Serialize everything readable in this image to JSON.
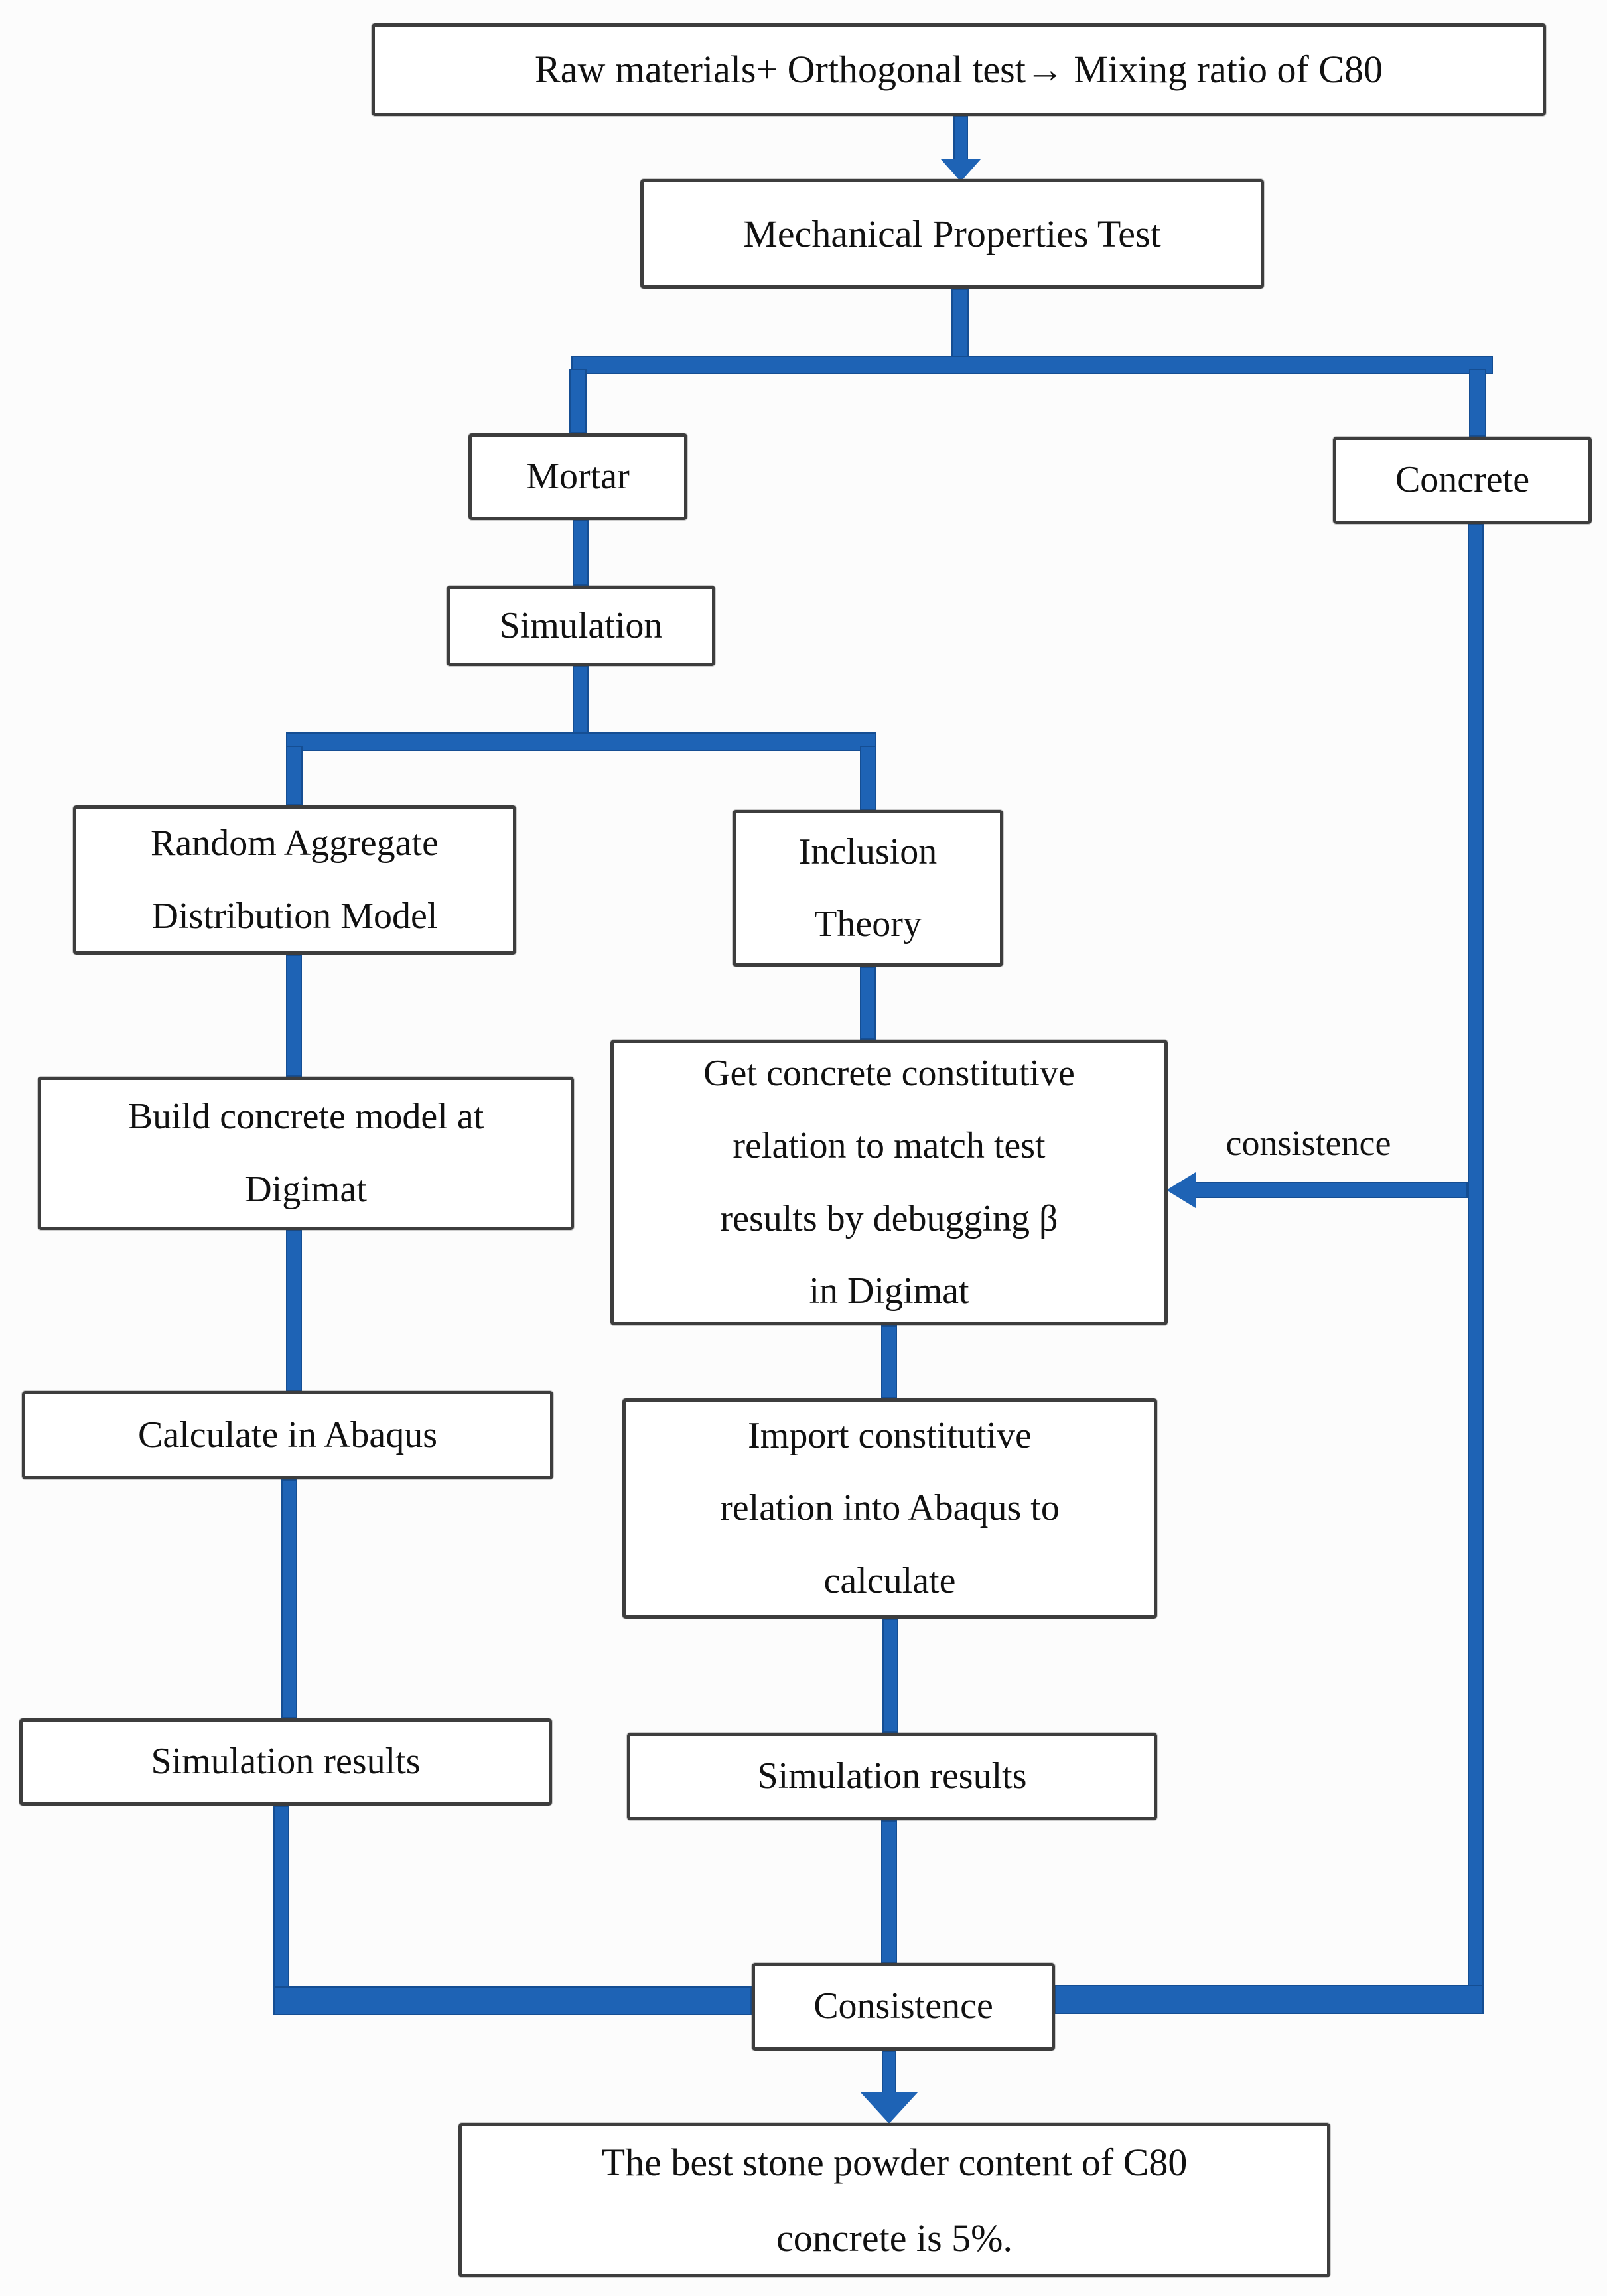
{
  "diagram": {
    "title": "C80 concrete stone powder content research flowchart",
    "colors": {
      "line_blue": "#1e63b5",
      "line_edge": "#12529e",
      "box_border": "#3d3d3d",
      "text": "#111111",
      "background": "#fcfcfc"
    },
    "nodes": {
      "raw_materials": {
        "label": "Raw materials+ Orthogonal test→ Mixing ratio of C80"
      },
      "mechanical_test": {
        "label": "Mechanical Properties Test"
      },
      "mortar": {
        "label": "Mortar"
      },
      "concrete": {
        "label": "Concrete"
      },
      "simulation": {
        "label": "Simulation"
      },
      "random_aggregate": {
        "label": "Random Aggregate\nDistribution Model"
      },
      "inclusion_theory": {
        "label": "Inclusion\nTheory"
      },
      "build_model": {
        "label": "Build concrete model at\nDigimat"
      },
      "get_constitutive": {
        "label": "Get concrete constitutive\nrelation to match test\nresults by debugging β\nin Digimat"
      },
      "calculate_abaqus": {
        "label": "Calculate in Abaqus"
      },
      "import_constitutive": {
        "label": "Import constitutive\nrelation into Abaqus to\ncalculate"
      },
      "simulation_results_left": {
        "label": "Simulation results"
      },
      "simulation_results_right": {
        "label": "Simulation results"
      },
      "consistence_check": {
        "label": "Consistence"
      },
      "conclusion": {
        "label": "The best stone powder content of C80\nconcrete is 5%."
      }
    },
    "edge_labels": {
      "feedback": "consistence"
    }
  }
}
